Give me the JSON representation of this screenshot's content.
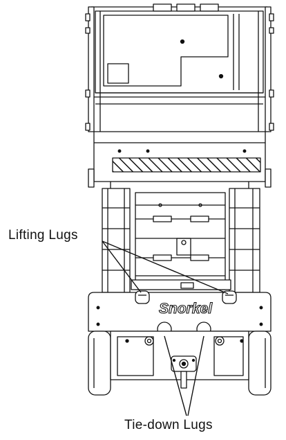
{
  "figure": {
    "labels": {
      "lifting_lugs": "Lifting Lugs",
      "tie_down_lugs": "Tie-down Lugs"
    },
    "brand_logo": "Snorkel"
  },
  "colors": {
    "line": "#111111",
    "background": "#ffffff",
    "hatch_fill": "#ffffff"
  }
}
